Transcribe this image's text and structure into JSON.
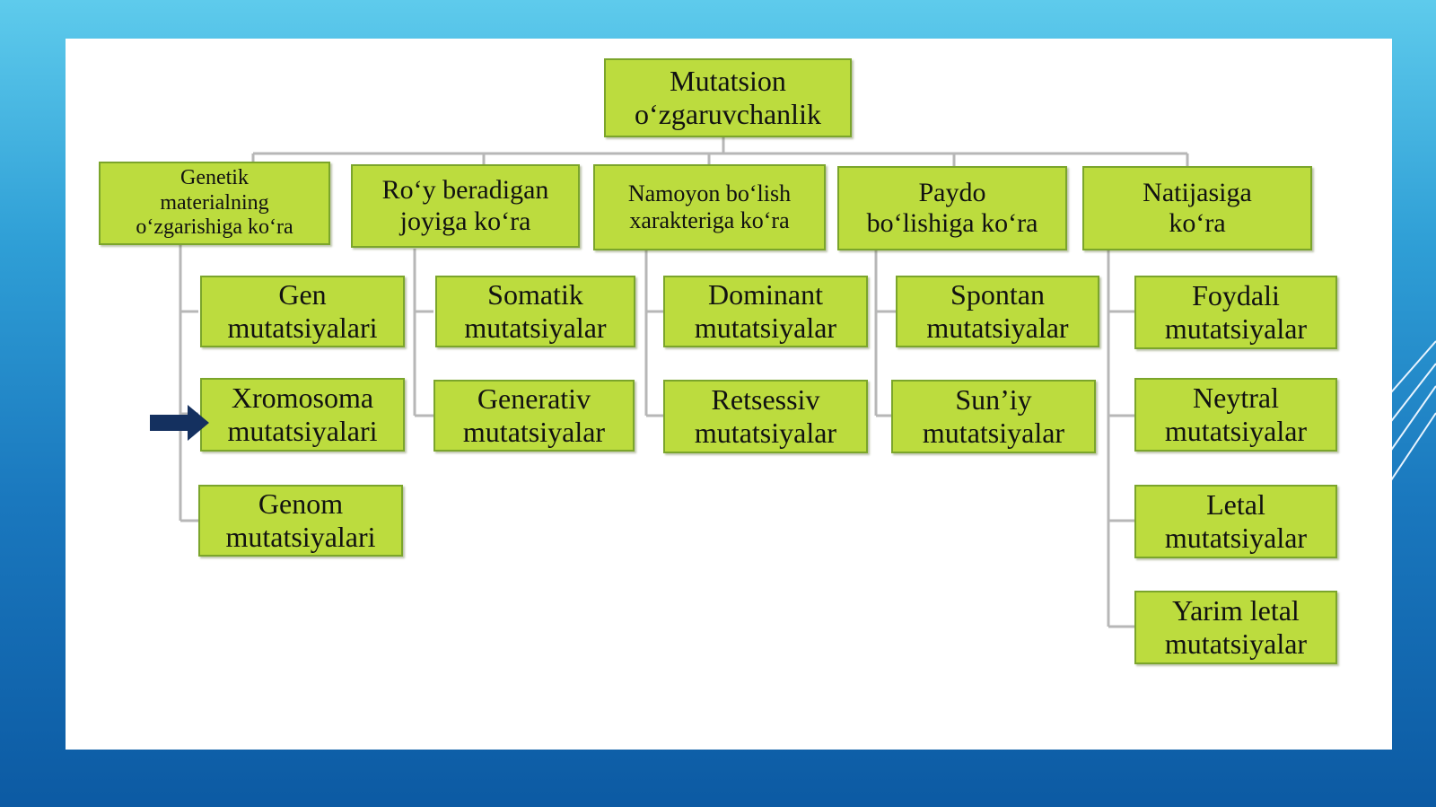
{
  "colors": {
    "background_top": "#5ecbec",
    "background_bottom": "#0c5aa3",
    "node_fill": "#bcdc3e",
    "node_border": "#7ba52b",
    "connector": "#b7b7b7",
    "arrow": "#14305f"
  },
  "diagram": {
    "root": {
      "label": "Mutatsion\no‘zgaruvchanlik"
    },
    "categories": [
      {
        "label": "Genetik\nmaterialning\no‘zgarishiga ko‘ra",
        "children": [
          {
            "label": "Gen\nmutatsiyalari"
          },
          {
            "label": "Xromosoma\nmutatsiyalari"
          },
          {
            "label": "Genom\nmutatsiyalari"
          }
        ]
      },
      {
        "label": "Ro‘y beradigan\njoyiga ko‘ra",
        "children": [
          {
            "label": "Somatik\nmutatsiyalar"
          },
          {
            "label": "Generativ\nmutatsiyalar"
          }
        ]
      },
      {
        "label": "Namoyon bo‘lish\nxarakteriga ko‘ra",
        "children": [
          {
            "label": "Dominant\nmutatsiyalar"
          },
          {
            "label": "Retsessiv\nmutatsiyalar"
          }
        ]
      },
      {
        "label": "Paydo\nbo‘lishiga ko‘ra",
        "children": [
          {
            "label": "Spontan\nmutatsiyalar"
          },
          {
            "label": "Sun’iy\nmutatsiyalar"
          }
        ]
      },
      {
        "label": "Natijasiga\nko‘ra",
        "children": [
          {
            "label": "Foydali\nmutatsiyalar"
          },
          {
            "label": "Neytral\nmutatsiyalar"
          },
          {
            "label": "Letal\nmutatsiyalar"
          },
          {
            "label": "Yarim letal\nmutatsiyalar"
          }
        ]
      }
    ]
  },
  "pointer": {
    "icon": "right-arrow-icon",
    "target": "Xromosoma\nmutatsiyalari"
  }
}
